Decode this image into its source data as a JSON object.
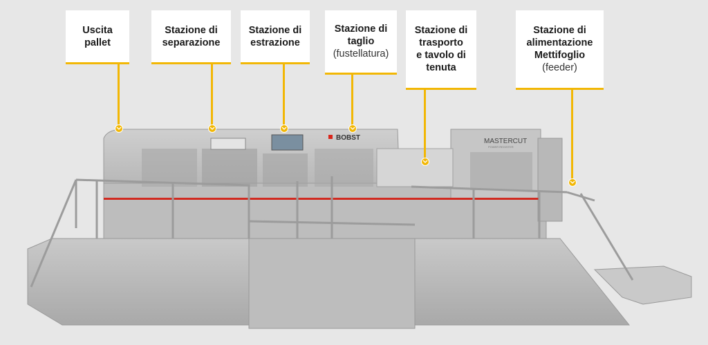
{
  "brand": "BOBST",
  "model": "MASTERCUT",
  "model_sub": "POWER REGISTER",
  "accent_color": "#f2b705",
  "callouts": [
    {
      "title": "Uscita\npallet",
      "subtitle": ""
    },
    {
      "title": "Stazione di\nseparazione",
      "subtitle": ""
    },
    {
      "title": "Stazione di\nestrazione",
      "subtitle": ""
    },
    {
      "title": "Stazione di\ntaglio",
      "subtitle": "(fustellatura)"
    },
    {
      "title": "Stazione di\ntrasporto\ne tavolo di\ntenuta",
      "subtitle": ""
    },
    {
      "title": "Stazione di\nalimentazione\nMettifoglio",
      "subtitle": "(feeder)"
    }
  ]
}
